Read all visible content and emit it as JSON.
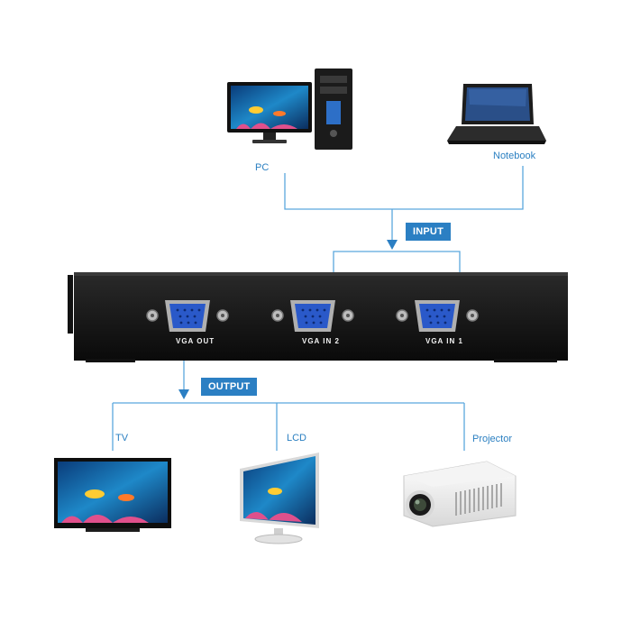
{
  "sources": {
    "pc": "PC",
    "notebook": "Notebook"
  },
  "tags": {
    "input": "INPUT",
    "output": "OUTPUT"
  },
  "ports": {
    "out": "VGA OUT",
    "in2": "VGA IN 2",
    "in1": "VGA IN 1"
  },
  "displays": {
    "tv": "TV",
    "lcd": "LCD",
    "projector": "Projector"
  },
  "colors": {
    "line": "#5aa7dd",
    "tag_bg": "#2b7fc3",
    "label": "#2a7fc1",
    "switch_body": "#121212",
    "port_blue": "#2a59c9"
  }
}
